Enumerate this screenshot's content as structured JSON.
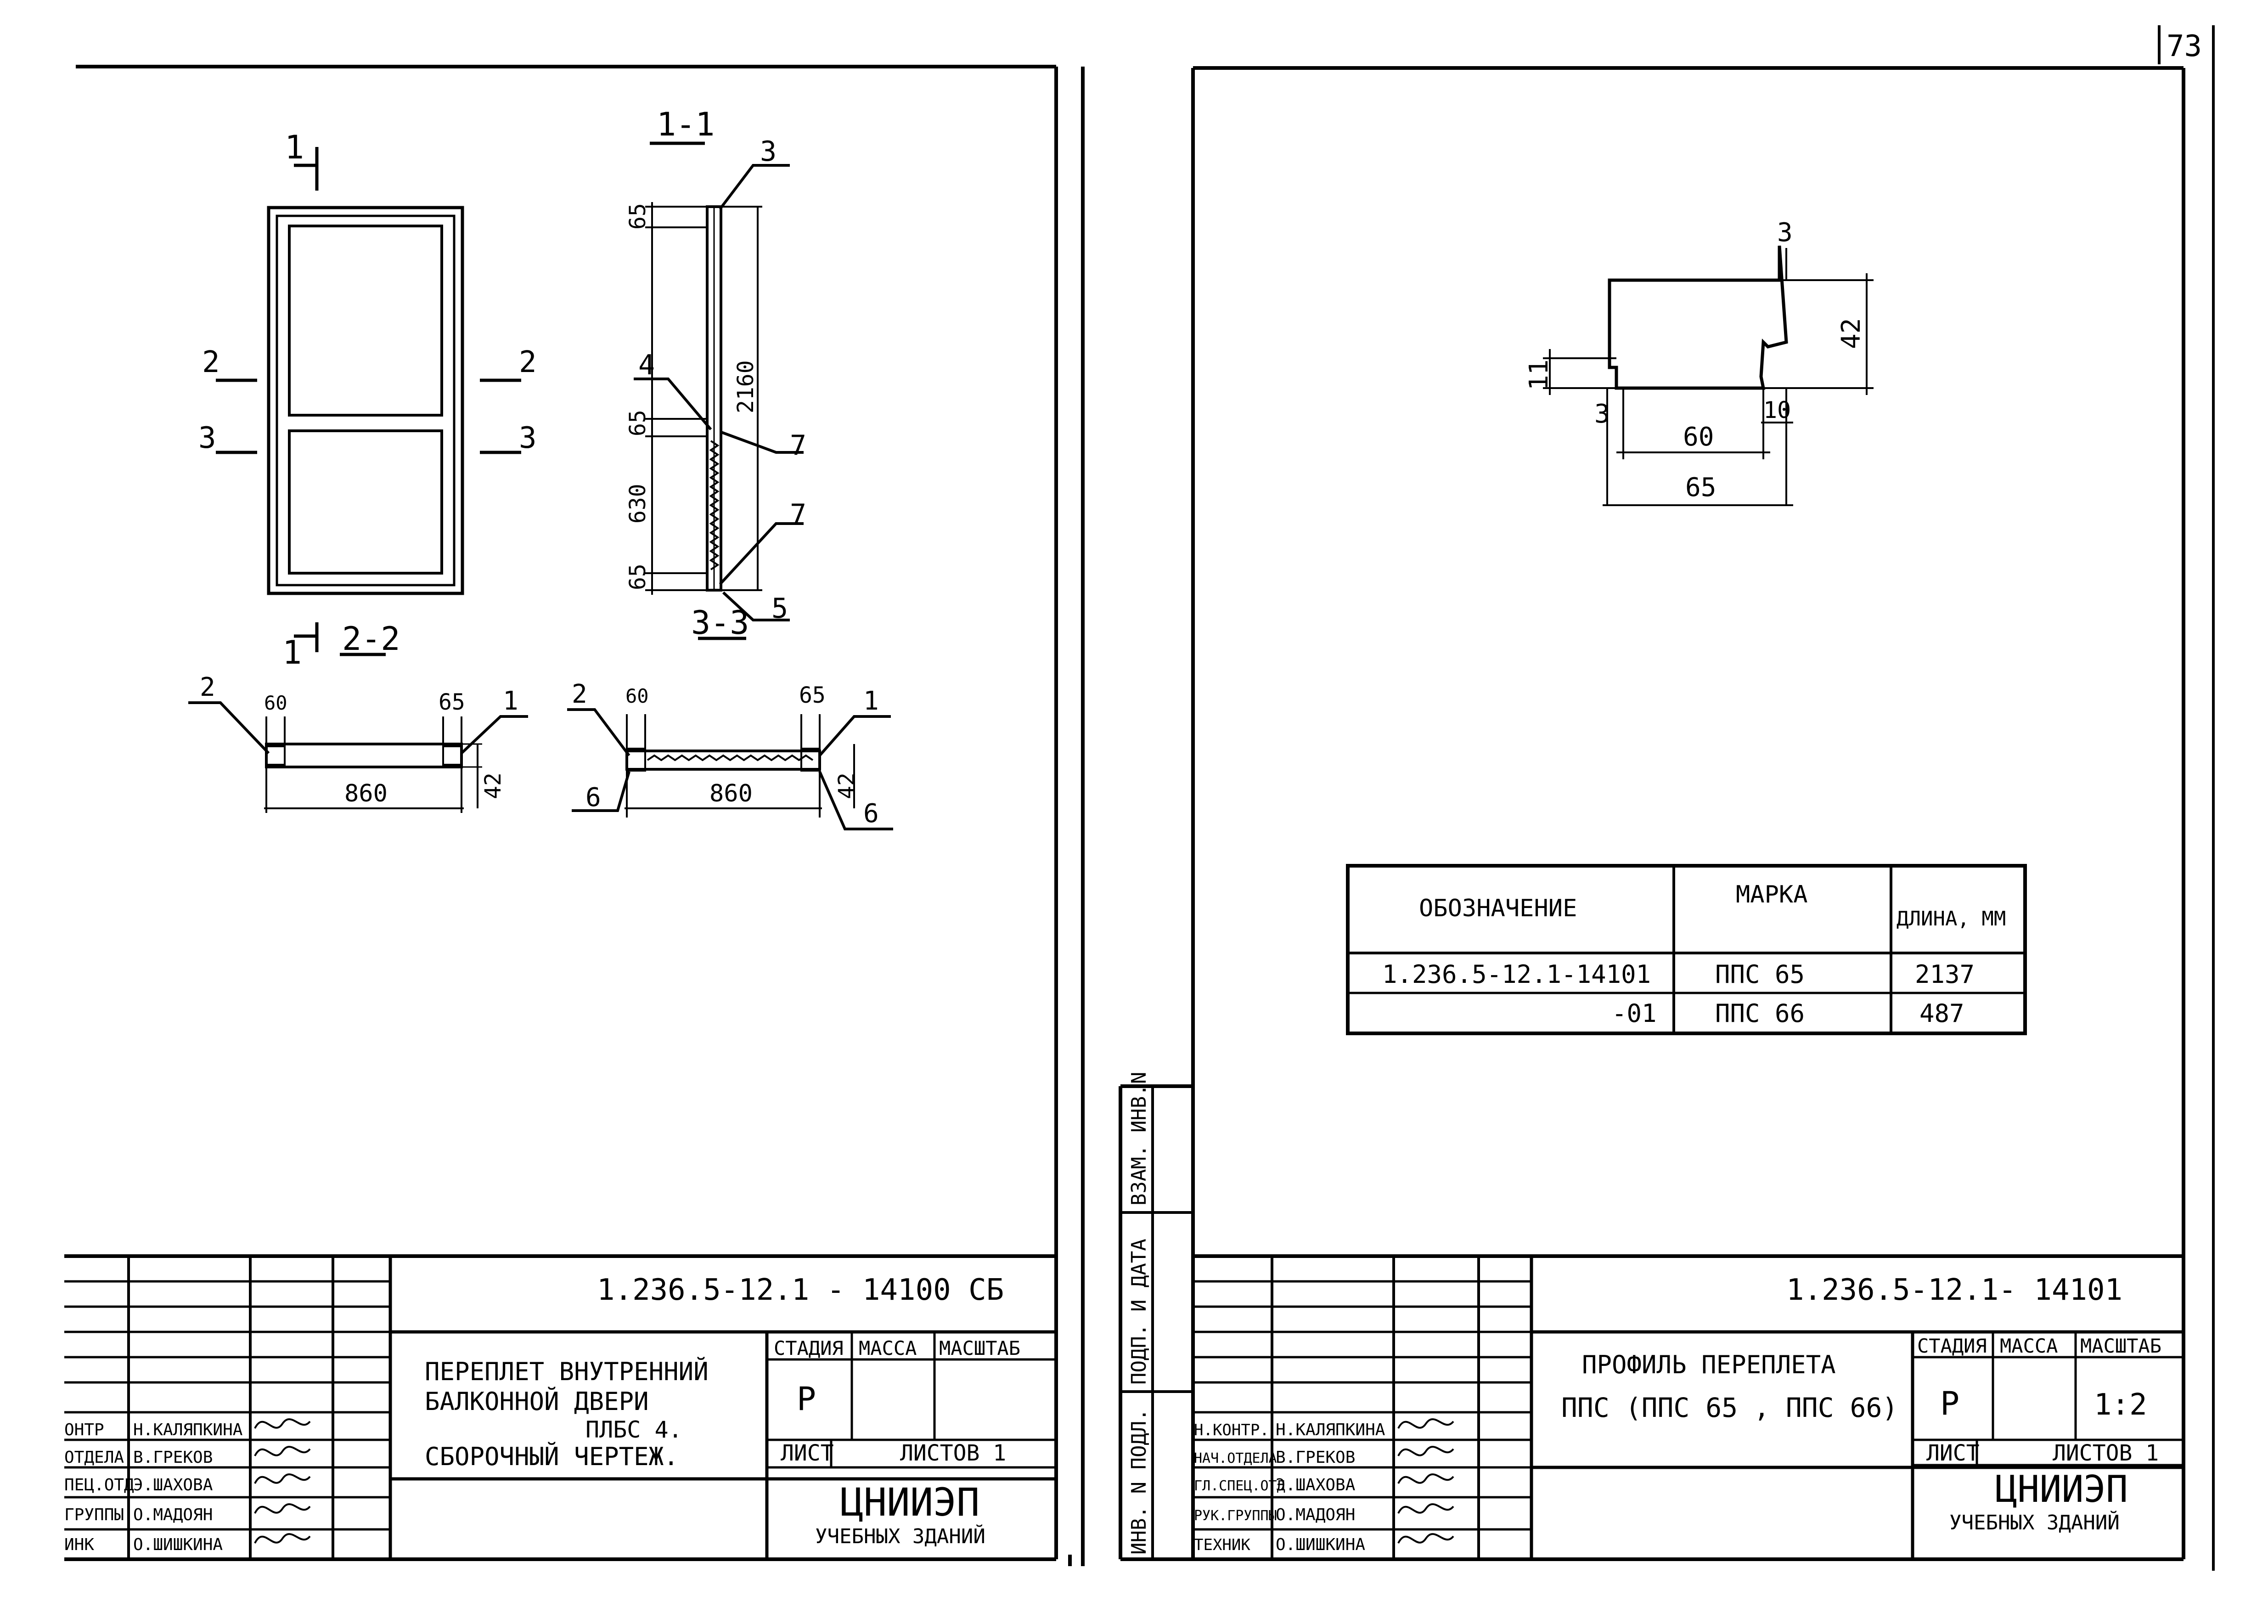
{
  "page_number": "73",
  "left_sheet": {
    "section_marks": {
      "s11_top": "1",
      "s11_bottom": "1",
      "s22_left": "2",
      "s22_right": "2",
      "s33_left": "3",
      "s33_right": "3"
    },
    "section_titles": {
      "s11": "1-1",
      "s22": "2-2",
      "s33": "3-3"
    },
    "section_1_1_dims": {
      "top": "65",
      "mid_top": "65",
      "panel": "630",
      "bottom": "65",
      "height": "2160"
    },
    "section_1_1_callouts": {
      "c3": "3",
      "c4": "4",
      "c7a": "7",
      "c7b": "7",
      "c5": "5"
    },
    "section_2_2": {
      "left_callout": "2",
      "right_callout": "1",
      "dim_left": "60",
      "dim_right": "65",
      "width": "860",
      "thickness": "42"
    },
    "section_3_3": {
      "left_callout": "2",
      "right_callout": "1",
      "dim_left": "60",
      "dim_right": "65",
      "width": "860",
      "thickness": "42",
      "callout_6a": "6",
      "callout_6b": "6"
    },
    "title_block": {
      "code": "1.236.5-12.1 - 14100 СБ",
      "title_lines": [
        "ПЕРЕПЛЕТ ВНУТРЕННИЙ",
        "БАЛКОННОЙ ДВЕРИ",
        "ПЛБС 4.",
        "СБОРОЧНЫЙ ЧЕРТЕЖ."
      ],
      "stage_header": "СТАДИЯ",
      "mass_header": "МАССА",
      "scale_header": "МАСШТАБ",
      "stage": "Р",
      "mass": "",
      "scale": "",
      "sheet_label": "ЛИСТ",
      "sheets_label": "ЛИСТОВ 1",
      "org_line1": "ЦНИИЭП",
      "org_line2": "УЧЕБНЫХ ЗДАНИЙ",
      "roles": [
        "ОНТР",
        "ОТДЕЛА",
        "ПЕЦ.ОТД",
        "ГРУППЫ",
        "ИНК"
      ],
      "names": [
        "Н.КАЛЯПКИНА",
        "В.ГРЕКОВ",
        "Э.ШАХОВА",
        "О.МАДОЯН",
        "О.ШИШКИНА"
      ]
    }
  },
  "right_sheet": {
    "profile_dims": {
      "top_mark": "3",
      "left_mark": "3",
      "height": "42",
      "rebate_h": "11",
      "rebate_w": "10",
      "inner_width": "60",
      "width": "65"
    },
    "spec_table": {
      "headers": [
        "ОБОЗНАЧЕНИЕ",
        "МАРКА",
        "ДЛИНА, ММ"
      ],
      "rows": [
        [
          "1.236.5-12.1-14101",
          "ППС 65",
          "2137"
        ],
        [
          "-01",
          "ППС 66",
          "487"
        ]
      ]
    },
    "side_stamps": [
      "ВЗАМ. ИНВ.N",
      "ПОДП. И ДАТА",
      "ИНВ. N ПОДЛ."
    ],
    "title_block": {
      "code": "1.236.5-12.1- 14101",
      "title_lines": [
        "ПРОФИЛЬ ПЕРЕПЛЕТА",
        "ППС (ППС 65 , ППС 66)"
      ],
      "stage_header": "СТАДИЯ",
      "mass_header": "МАССА",
      "scale_header": "МАСШТАБ",
      "stage": "Р",
      "mass": "",
      "scale": "1:2",
      "sheet_label": "ЛИСТ",
      "sheets_label": "ЛИСТОВ 1",
      "org_line1": "ЦНИИЭП",
      "org_line2": "УЧЕБНЫХ ЗДАНИЙ",
      "roles": [
        "Н.КОНТР.",
        "НАЧ.ОТДЕЛА",
        "ГЛ.СПЕЦ.ОТД",
        "РУК.ГРУППЫ",
        "ТЕХНИК"
      ],
      "names": [
        "Н.КАЛЯПКИНА",
        "В.ГРЕКОВ",
        "Э.ШАХОВА",
        "О.МАДОЯН",
        "О.ШИШКИНА"
      ]
    }
  }
}
